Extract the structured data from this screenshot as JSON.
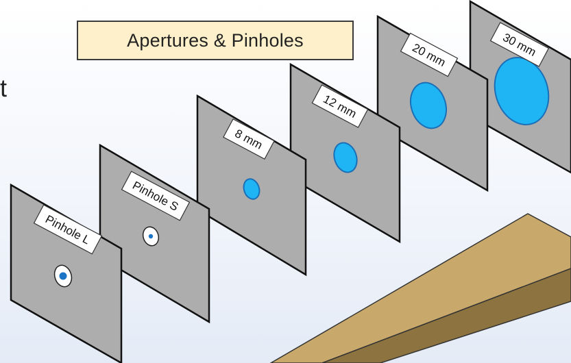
{
  "title": "Apertures & Pinholes",
  "left_fragment": "t",
  "plates": [
    {
      "label": "Pinhole L",
      "aperture": "pinhole-large"
    },
    {
      "label": "Pinhole S",
      "aperture": "pinhole-small"
    },
    {
      "label": "8 mm",
      "aperture_mm": 8
    },
    {
      "label": "12 mm",
      "aperture_mm": 12
    },
    {
      "label": "20 mm",
      "aperture_mm": 20
    },
    {
      "label": "30 mm",
      "aperture_mm": 30
    }
  ],
  "colors": {
    "plate_face": "#adadad",
    "plate_edge": "#1a1a1a",
    "aperture_fill": "#1fb4f3",
    "aperture_stroke": "#1a6fb6",
    "pinhole_dot": "#1c74c7",
    "label_bg": "#ffffff",
    "rail_top": "#c8a86a",
    "rail_side": "#8e7440",
    "title_bg": "#fdf0cb"
  }
}
